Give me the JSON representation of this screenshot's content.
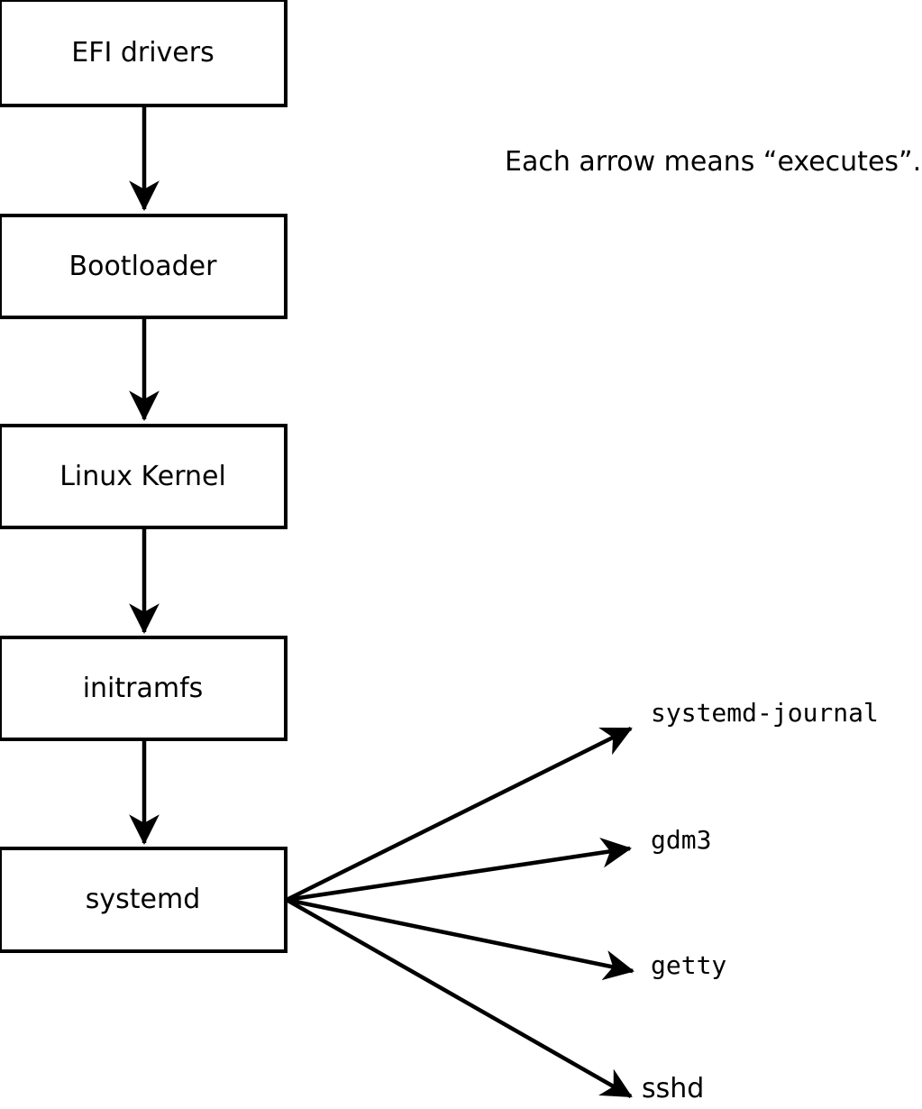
{
  "caption": "Each arrow means “executes”.",
  "chain": [
    {
      "label": "EFI drivers"
    },
    {
      "label": "Bootloader"
    },
    {
      "label": "Linux Kernel"
    },
    {
      "label": "initramfs"
    },
    {
      "label": "systemd"
    }
  ],
  "spawned": [
    {
      "label": "systemd-journal"
    },
    {
      "label": "gdm3"
    },
    {
      "label": "getty"
    },
    {
      "label": "sshd"
    }
  ],
  "colors": {
    "stroke": "#000000",
    "box_fill": "#ffffff",
    "background": "#ffffff",
    "text": "#000000"
  }
}
